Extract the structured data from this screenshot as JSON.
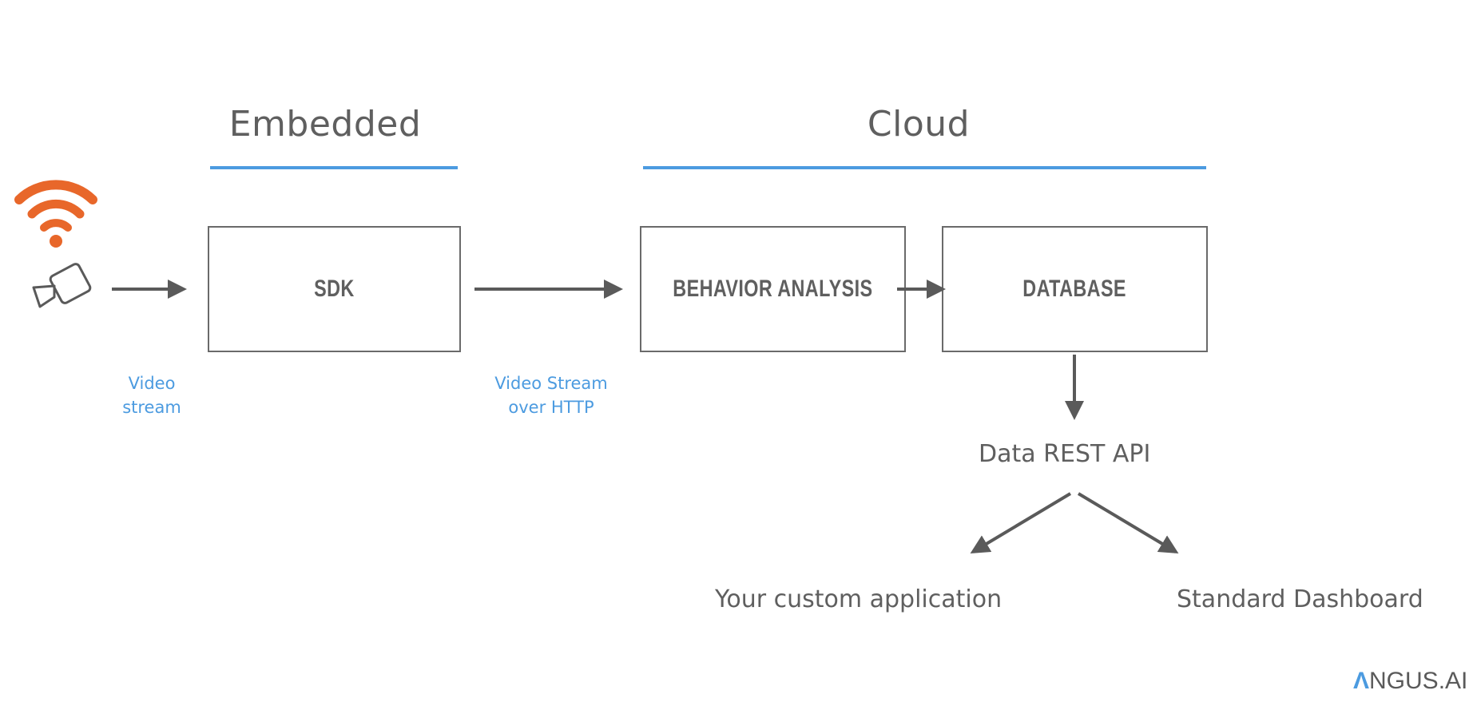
{
  "sections": {
    "embedded_title": "Embedded",
    "cloud_title": "Cloud"
  },
  "boxes": {
    "sdk": "SDK",
    "behavior_analysis": "BEHAVIOR ANALYSIS",
    "database": "DATABASE"
  },
  "flows": {
    "video_stream_line1": "Video",
    "video_stream_line2": "stream",
    "http_line1": "Video Stream",
    "http_line2": "over HTTP"
  },
  "api": {
    "label": "Data REST API"
  },
  "destinations": {
    "custom_app": "Your custom application",
    "dashboard": "Standard Dashboard"
  },
  "logo": {
    "mark": "Λ",
    "text": "NGUS.AI"
  },
  "icons": {
    "wifi": "wifi-icon",
    "camera": "camera-icon"
  },
  "colors": {
    "accent_blue": "#4c9be0",
    "wifi_orange": "#e8672a",
    "arrow_gray": "#5a5a5a"
  }
}
